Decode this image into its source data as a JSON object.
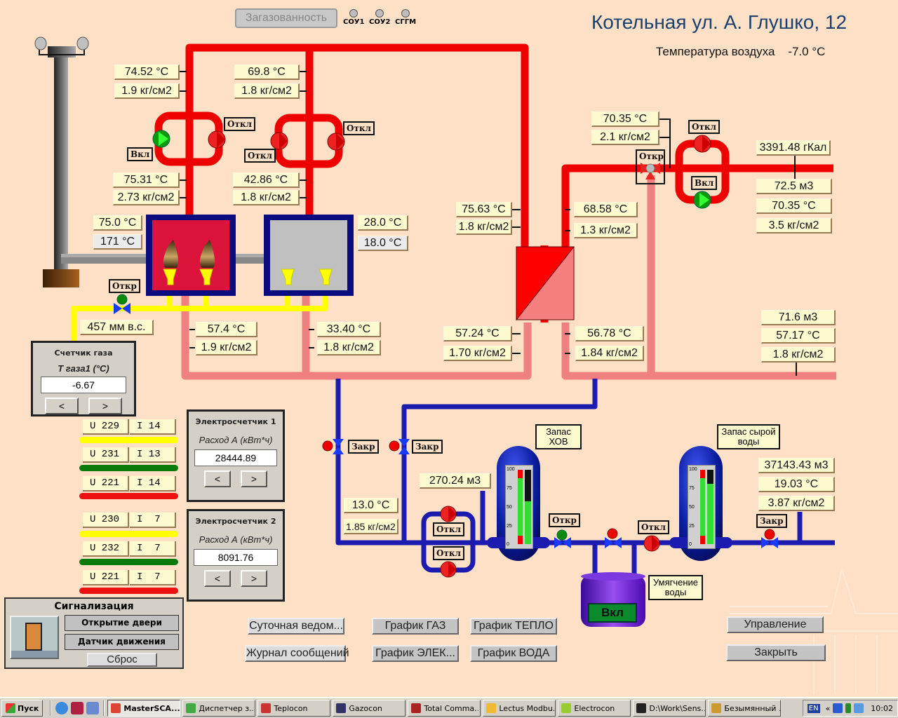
{
  "header": {
    "title": "Котельная ул. А. Глушко, 12",
    "air_temp_label": "Температура воздуха",
    "air_temp_value": "-7.0 °C",
    "gas_alarm_button": "Загазованность",
    "sensors": [
      {
        "label": "СОУ1",
        "state": "off"
      },
      {
        "label": "СОУ2",
        "state": "off"
      },
      {
        "label": "СГГМ",
        "state": "off"
      }
    ]
  },
  "boiler1": {
    "supply_temp": "74.52 °C",
    "supply_pressure": "1.9 кг/см2",
    "pump_out_temp": "75.31 °C",
    "pump_out_pressure": "2.73 кг/см2",
    "pump_left_state": "Вкл",
    "pump_right_state": "Откл",
    "water_temp": "75.0 °C",
    "flue_temp": "171 °C",
    "return_temp": "57.4 °C",
    "return_pressure": "1.9 кг/см2",
    "burners_on": true
  },
  "boiler2": {
    "supply_temp": "69.8 °C",
    "supply_pressure": "1.8 кг/см2",
    "pump_out_temp": "42.86 °C",
    "pump_out_pressure": "1.8 кг/см2",
    "pump_left_state": "Откл",
    "pump_right_state": "Откл",
    "water_temp": "28.0 °C",
    "flue_temp": "18.0 °C",
    "return_temp": "33.40 °C",
    "return_pressure": "1.8 кг/см2",
    "burners_on": false
  },
  "gas": {
    "valve_state": "Откр",
    "pressure": "457 мм в.с.",
    "meter": {
      "title": "Счетчик газа",
      "param": "Т газа1 (°C)",
      "value": "-6.67",
      "prev": "<",
      "next": ">"
    }
  },
  "heat_exchanger": {
    "primary_in_temp": "75.63 °C",
    "primary_in_pressure": "1.8 кг/см2",
    "primary_out_temp": "57.24 °C",
    "primary_out_pressure": "1.70 кг/см2",
    "secondary_out_temp": "68.58 °C",
    "secondary_out_pressure": "1.3 кг/см2",
    "secondary_in_temp": "56.78 °C",
    "secondary_in_pressure": "1.84 кг/см2"
  },
  "heating_supply": {
    "mix_temp": "70.35 °C",
    "mix_pressure": "2.1 кг/см2",
    "mix_valve_state": "Откр",
    "pump_top_state": "Откл",
    "pump_bottom_state": "Вкл",
    "energy": "3391.48 гКал",
    "volume": "72.5 м3",
    "temp": "70.35 °C",
    "pressure": "3.5 кг/см2"
  },
  "heating_return": {
    "volume": "71.6 м3",
    "temp": "57.17 °C",
    "pressure": "1.8 кг/см2"
  },
  "electric_phases": [
    {
      "u": "U 229",
      "i": "I 14",
      "color": "#ffff00"
    },
    {
      "u": "U 231",
      "i": "I 13",
      "color": "#0a7a0a"
    },
    {
      "u": "U 221",
      "i": "I 14",
      "color": "#ee1111"
    },
    {
      "u": "U 230",
      "i": "I  7",
      "color": "#ffff00"
    },
    {
      "u": "U 232",
      "i": "I  7",
      "color": "#0a7a0a"
    },
    {
      "u": "U 221",
      "i": "I  7",
      "color": "#ee1111"
    }
  ],
  "emeter1": {
    "title": "Электросчетчик 1",
    "param": "Расход А (кВт*ч)",
    "value": "28444.89",
    "prev": "<",
    "next": ">"
  },
  "emeter2": {
    "title": "Электросчетчик 2",
    "param": "Расход А (кВт*ч)",
    "value": "8091.76",
    "prev": "<",
    "next": ">"
  },
  "makeup": {
    "valve1_state": "Закр",
    "valve2_state": "Закр",
    "temp": "13.0 °C",
    "pressure": "1.85 кг/см2",
    "pump_top_state": "Откл",
    "pump_bottom_state": "Откл",
    "hov_volume": "270.24 м3",
    "hov_label": "Запас ХОВ",
    "hov_level_percent": 58,
    "hov_out_valve_state": "Откр",
    "softener_label": "Умягчение воды",
    "softener_state": "Вкл",
    "raw_pump_state": "Откл",
    "raw_label": "Запас сырой воды",
    "raw_level_percent": 81,
    "raw_in_valve_state": "Закр",
    "raw_volume": "37143.43 м3",
    "raw_temp": "19.03 °C",
    "raw_pressure": "3.87 кг/см2",
    "gauge_ticks": [
      "100",
      "75",
      "50",
      "25",
      "0"
    ]
  },
  "alarm": {
    "title": "Сигнализация",
    "door": "Открытие двери",
    "motion": "Датчик движения",
    "reset": "Сброс"
  },
  "nav_buttons": {
    "daily": "Суточная ведом...",
    "log": "Журнал сообщений",
    "gas_chart": "График ГАЗ",
    "elec_chart": "График ЭЛЕК...",
    "heat_chart": "График ТЕПЛО",
    "water_chart": "График ВОДА",
    "control": "Управление",
    "close": "Закрыть"
  },
  "taskbar": {
    "start": "Пуск",
    "tasks": [
      {
        "label": "MasterSCA...",
        "active": true,
        "color": "#d43"
      },
      {
        "label": "Диспетчер з...",
        "active": false,
        "color": "#4a4"
      },
      {
        "label": "Teplocon",
        "active": false,
        "color": "#c33"
      },
      {
        "label": "Gazocon",
        "active": false,
        "color": "#336"
      },
      {
        "label": "Total Comma...",
        "active": false,
        "color": "#a22"
      },
      {
        "label": "Lectus Modbu...",
        "active": false,
        "color": "#eb3"
      },
      {
        "label": "Electrocon",
        "active": false,
        "color": "#9c3"
      },
      {
        "label": "D:\\Work\\Sens...",
        "active": false,
        "color": "#222"
      },
      {
        "label": "Безымянный ...",
        "active": false,
        "color": "#c93"
      }
    ],
    "lang": "EN",
    "clock": "10:02"
  }
}
